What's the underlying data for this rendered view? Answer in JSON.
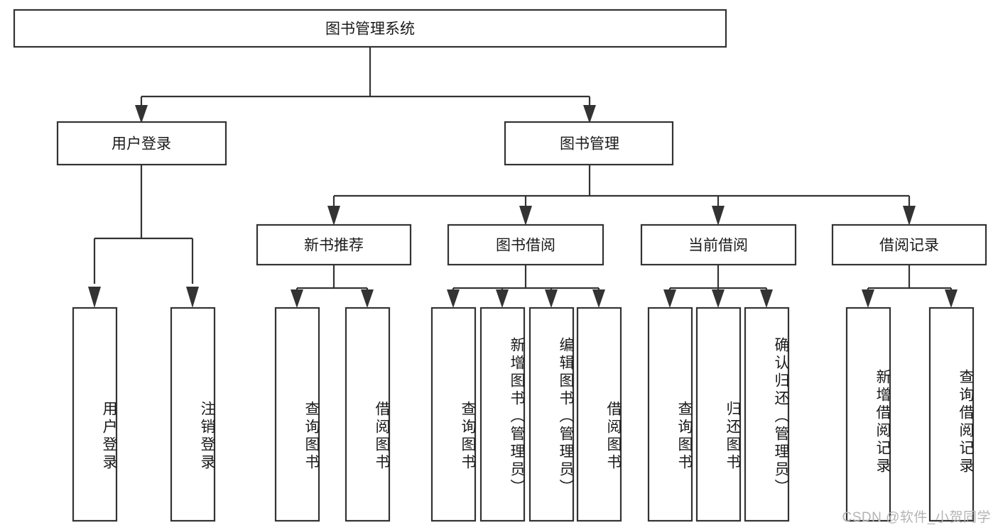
{
  "diagram": {
    "title": "图书管理系统",
    "type": "tree-hierarchy",
    "orientation": "top-down",
    "colors": {
      "box_stroke": "#333333",
      "box_fill": "#ffffff",
      "text": "#1a1a1a",
      "background": "#ffffff",
      "watermark": "#b4b4b4"
    },
    "root": {
      "id": "root",
      "label": "图书管理系统",
      "level": 0
    },
    "level1": [
      {
        "id": "user-login",
        "label": "用户登录",
        "level": 1
      },
      {
        "id": "book-management",
        "label": "图书管理",
        "level": 1
      }
    ],
    "level2": [
      {
        "id": "new-book-recommend",
        "label": "新书推荐",
        "parent": "book-management",
        "level": 2
      },
      {
        "id": "book-borrow",
        "label": "图书借阅",
        "parent": "book-management",
        "level": 2
      },
      {
        "id": "current-borrow",
        "label": "当前借阅",
        "parent": "book-management",
        "level": 2
      },
      {
        "id": "borrow-record",
        "label": "借阅记录",
        "parent": "book-management",
        "level": 2
      }
    ],
    "leaves": [
      {
        "id": "leaf-user-login",
        "label": "用户登录",
        "parent": "user-login",
        "level": 2
      },
      {
        "id": "leaf-logout-login",
        "label": "注销登录",
        "parent": "user-login",
        "level": 2
      },
      {
        "id": "leaf-query-book-1",
        "label": "查询图书",
        "parent": "new-book-recommend",
        "level": 3
      },
      {
        "id": "leaf-borrow-book-1",
        "label": "借阅图书",
        "parent": "new-book-recommend",
        "level": 3
      },
      {
        "id": "leaf-query-book-2",
        "label": "查询图书",
        "parent": "book-borrow",
        "level": 3
      },
      {
        "id": "leaf-add-book",
        "label": "新增图书（管理员）",
        "parent": "book-borrow",
        "level": 3
      },
      {
        "id": "leaf-edit-book",
        "label": "编辑图书（管理员）",
        "parent": "book-borrow",
        "level": 3
      },
      {
        "id": "leaf-borrow-book-2",
        "label": "借阅图书",
        "parent": "book-borrow",
        "level": 3
      },
      {
        "id": "leaf-query-book-3",
        "label": "查询图书",
        "parent": "current-borrow",
        "level": 3
      },
      {
        "id": "leaf-return-book",
        "label": "归还图书",
        "parent": "current-borrow",
        "level": 3
      },
      {
        "id": "leaf-confirm-return",
        "label": "确认归还（管理员）",
        "parent": "current-borrow",
        "level": 3
      },
      {
        "id": "leaf-add-borrow-record",
        "label": "新增借阅记录",
        "parent": "borrow-record",
        "level": 3
      },
      {
        "id": "leaf-query-borrow-record",
        "label": "查询借阅记录",
        "parent": "borrow-record",
        "level": 3
      }
    ]
  },
  "watermark": {
    "text": "CSDN @软件_小贺同学"
  }
}
